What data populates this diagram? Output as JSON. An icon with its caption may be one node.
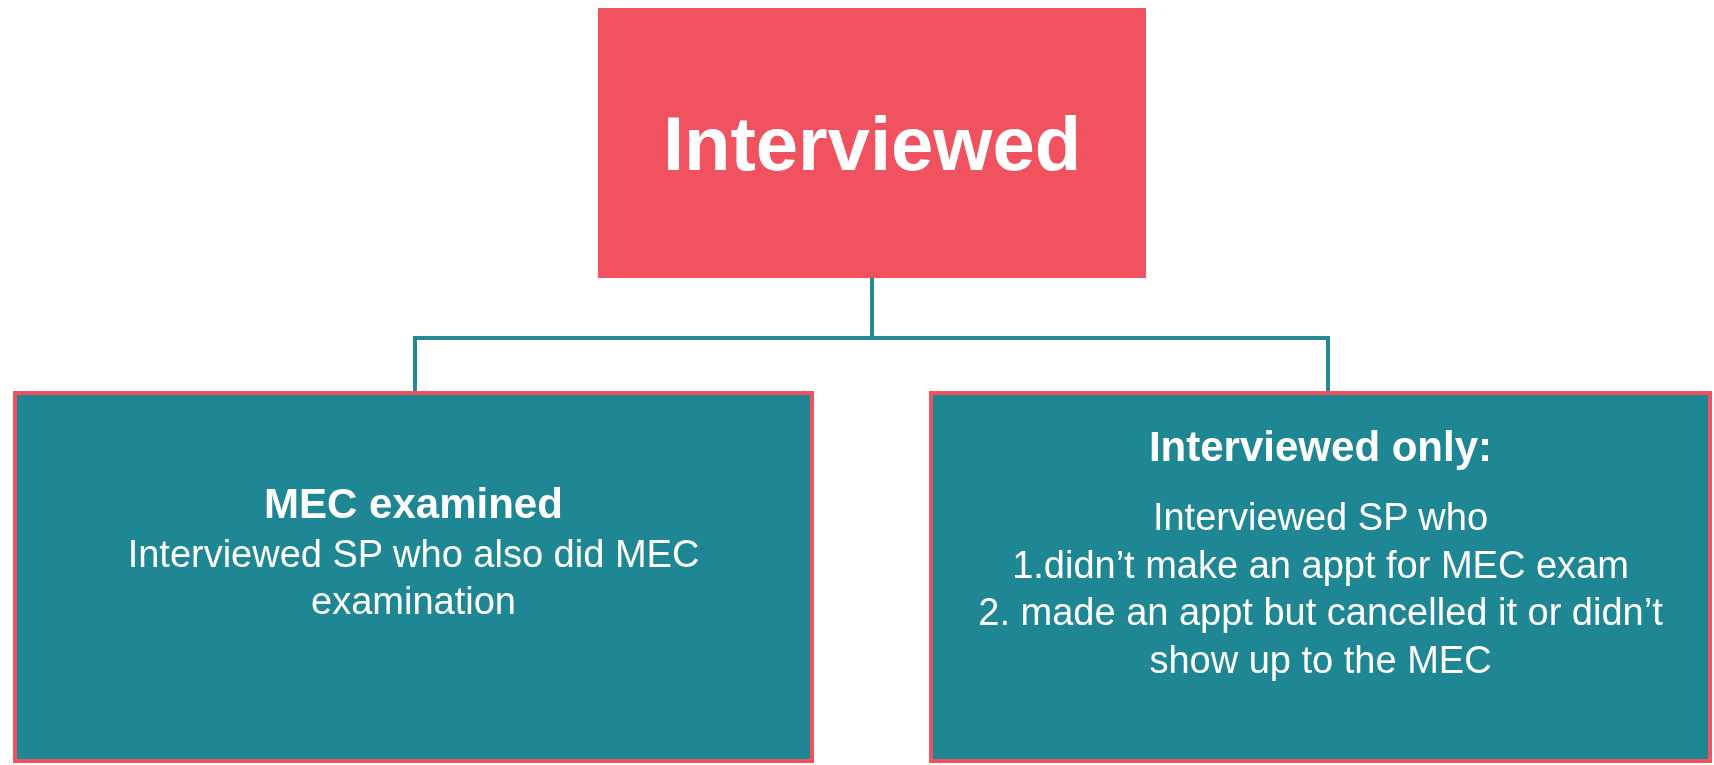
{
  "diagram": {
    "nodes": [
      {
        "text": [
          "Interviewed"
        ]
      },
      {
        "text": [
          "MEC examined",
          "Interviewed SP who also did MEC examination"
        ]
      },
      {
        "text": [
          "Interviewed only:",
          "Interviewed SP who",
          "1.didn’t make an appt for MEC exam",
          "2. made an appt but cancelled it or didn’t show up to the MEC"
        ]
      }
    ],
    "edges": [
      {
        "from": 0,
        "to": 1,
        "arrow": "none"
      },
      {
        "from": 0,
        "to": 2,
        "arrow": "none"
      }
    ]
  }
}
